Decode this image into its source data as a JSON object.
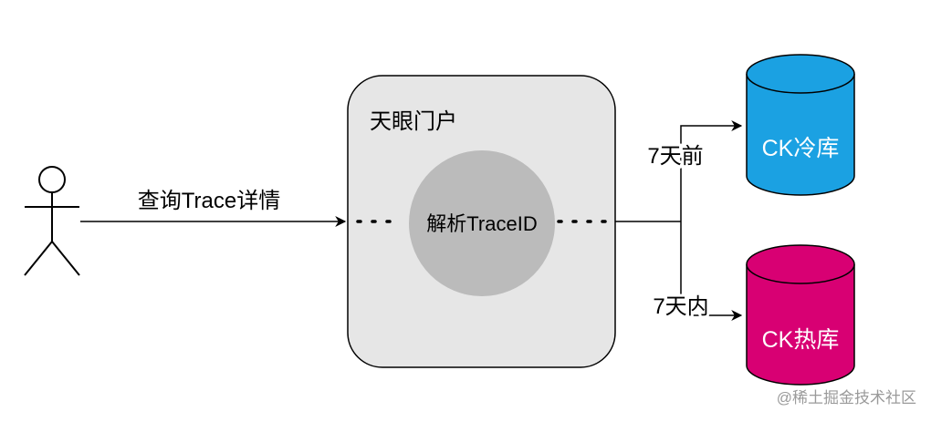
{
  "portal": {
    "title": "天眼门户",
    "parse_label": "解析TraceID"
  },
  "user": {
    "query_label": "查询Trace详情"
  },
  "branches": {
    "cold_label": "7天前",
    "hot_label": "7天内"
  },
  "databases": {
    "cold": {
      "label": "CK冷库",
      "color": "#1ba1e2"
    },
    "hot": {
      "label": "CK热库",
      "color": "#d80073"
    }
  },
  "watermark": "@稀土掘金技术社区"
}
